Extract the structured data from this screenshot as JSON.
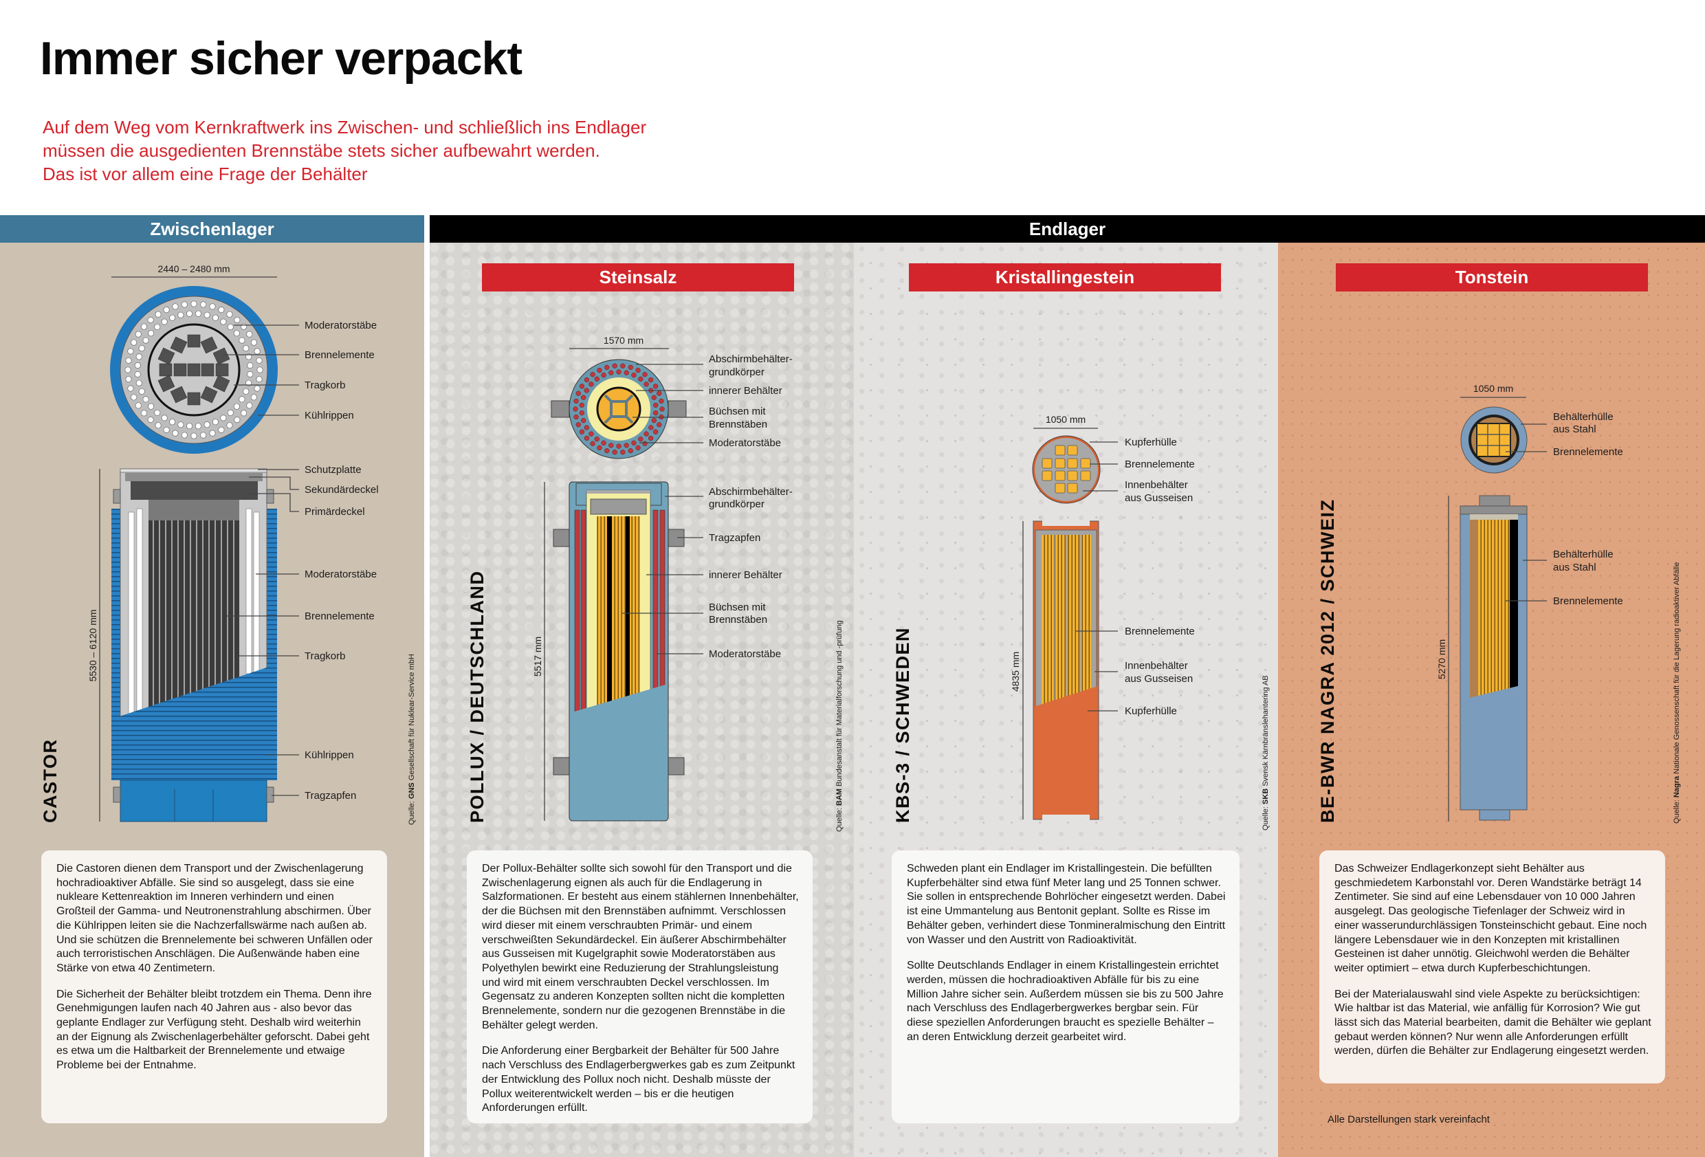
{
  "title": "Immer sicher verpackt",
  "subtitle": [
    "Auf dem Weg vom Kernkraftwerk ins Zwischen- und schließlich ins Endlager",
    "müssen die ausgedienten Brennstäbe stets sicher aufbewahrt werden.",
    "Das ist vor allem eine Frage der Behälter"
  ],
  "sections": {
    "zwischenlager": "Zwischenlager",
    "endlager": "Endlager"
  },
  "colors": {
    "accent_red": "#d3252b",
    "zwischenlager_blue": "#3e7797",
    "endlager_black": "#000000",
    "castor_bg": "#cdc1b1",
    "steinsalz_bg": "#d7d5d1",
    "kristall_bg": "#e3e2e0",
    "tonstein_bg": "#dea37f"
  },
  "columns": {
    "castor": {
      "name": "CASTOR",
      "dim_width": "2440 – 2480 mm",
      "dim_height": "5530 – 6120 mm",
      "top_labels": [
        [
          "Moderatorstäbe"
        ],
        [
          "Brennelemente"
        ],
        [
          "Tragkorb"
        ],
        [
          "Kühlrippen"
        ]
      ],
      "side_labels": [
        [
          "Schutzplatte"
        ],
        [
          "Sekundärdeckel"
        ],
        [
          "Primärdeckel"
        ],
        [
          "Moderatorstäbe"
        ],
        [
          "Brennelemente"
        ],
        [
          "Tragkorb"
        ],
        [
          "Kühlrippen"
        ],
        [
          "Tragzapfen"
        ]
      ],
      "source": {
        "prefix": "Quelle: ",
        "org": "GNS",
        "name": " Gesellschaft für Nuklear-Service mbH"
      },
      "paragraphs": [
        "Die Castoren dienen dem Transport und der Zwischenlagerung hochradioaktiver Abfälle. Sie sind so ausgelegt, dass sie eine nukleare Kettenreaktion im Inneren verhindern und einen Großteil der Gamma- und Neutronenstrahlung abschirmen. Über die Kühlrippen leiten sie die Nachzerfallswärme nach außen ab. Und sie schützen die Brennelemente bei schweren Unfällen oder auch terroristischen Anschlägen. Die Außenwände haben eine Stärke von etwa 40 Zentimetern.",
        "Die Sicherheit der Behälter bleibt trotzdem ein Thema. Denn ihre Genehmigungen laufen nach 40 Jahren aus - also bevor das geplante Endlager zur Verfügung steht. Deshalb wird weiterhin an der Eignung als Zwischenlagerbehälter geforscht. Dabei geht es etwa um die Haltbarkeit der Brennelemente und etwaige Probleme bei der Entnahme."
      ]
    },
    "pollux": {
      "subheader": "Steinsalz",
      "name": "POLLUX / DEUTSCHLAND",
      "dim_width": "1570 mm",
      "dim_height": "5517 mm",
      "top_labels": [
        [
          "Abschirmbehälter-",
          "grundkörper"
        ],
        [
          "innerer Behälter"
        ],
        [
          "Büchsen mit",
          "Brennstäben"
        ],
        [
          "Moderatorstäbe"
        ]
      ],
      "side_labels": [
        [
          "Abschirmbehälter-",
          "grundkörper"
        ],
        [
          "Tragzapfen"
        ],
        [
          "innerer Behälter"
        ],
        [
          "Büchsen mit",
          "Brennstäben"
        ],
        [
          "Moderatorstäbe"
        ]
      ],
      "source": {
        "prefix": "Quelle: ",
        "org": "BAM",
        "name": " Bundesanstalt für Materialforschung und -prüfung"
      },
      "paragraphs": [
        "Der Pollux-Behälter sollte sich sowohl für den Transport und die Zwischenlagerung eignen als auch für die Endlagerung in Salzformationen. Er besteht aus einem stählernen Innenbehälter, der die Büchsen mit den Brennstäben aufnimmt. Verschlossen wird dieser mit einem verschraubten Primär- und einem verschweißten Sekundärdeckel. Ein äußerer Abschirmbehälter aus Gusseisen mit Kugelgraphit sowie Moderatorstäben aus Polyethylen bewirkt eine Reduzierung der Strahlungsleistung und wird mit einem verschraubten Deckel verschlossen. Im Gegensatz zu anderen Konzepten sollten nicht die kompletten Brennelemente, sondern nur die gezogenen Brennstäbe in die Behälter gelegt werden.",
        "Die Anforderung einer Bergbarkeit der Behälter für 500 Jahre nach Verschluss des Endlagerbergwerkes gab es zum Zeitpunkt der Entwicklung des Pollux noch nicht. Deshalb müsste der Pollux weiterentwickelt werden – bis er die heutigen Anforderungen erfüllt."
      ]
    },
    "kbs3": {
      "subheader": "Kristallingestein",
      "name": "KBS-3 / SCHWEDEN",
      "dim_width": "1050 mm",
      "dim_height": "4835 mm",
      "top_labels": [
        [
          "Kupferhülle"
        ],
        [
          "Brennelemente"
        ],
        [
          "Innenbehälter",
          "aus Gusseisen"
        ]
      ],
      "side_labels": [
        [
          "Brennelemente"
        ],
        [
          "Innenbehälter",
          "aus Gusseisen"
        ],
        [
          "Kupferhülle"
        ]
      ],
      "source": {
        "prefix": "Quelle: ",
        "org": "SKB",
        "name": " Svensk Kärnbränslehantering AB"
      },
      "paragraphs": [
        "Schweden plant ein Endlager im Kristallingestein. Die befüllten Kupferbehälter sind etwa fünf Meter lang und 25 Tonnen schwer. Sie sollen in entsprechende Bohrlöcher eingesetzt werden. Dabei ist eine Ummantelung aus Bentonit geplant. Sollte es Risse im Behälter geben, verhindert diese Tonmineralmischung den Eintritt von Wasser und den Austritt von Radioaktivität.",
        "Sollte Deutschlands Endlager in einem Kristallingestein errichtet werden, müssen die hochradioaktiven Abfälle für bis zu eine Million Jahre sicher sein. Außerdem müssen sie bis zu 500 Jahre nach Verschluss des Endlagerbergwerkes bergbar sein. Für diese speziellen Anforderungen braucht es spezielle Behälter – an deren Entwicklung derzeit gearbeitet wird."
      ]
    },
    "nagra": {
      "subheader": "Tonstein",
      "name": "BE-BWR NAGRA 2012 / SCHWEIZ",
      "dim_width": "1050 mm",
      "dim_height": "5270 mm",
      "top_labels": [
        [
          "Behälterhülle",
          "aus Stahl"
        ],
        [
          "Brennelemente"
        ]
      ],
      "side_labels": [
        [
          "Behälterhülle",
          "aus Stahl"
        ],
        [
          "Brennelemente"
        ]
      ],
      "source": {
        "prefix": "Quelle: ",
        "org": "Nagra",
        "name": " Nationale Genossenschaft für die Lagerung radioaktiver Abfälle"
      },
      "paragraphs": [
        "Das Schweizer Endlagerkonzept sieht Behälter aus geschmiedetem Karbonstahl vor. Deren Wandstärke beträgt 14 Zentimeter. Sie sind auf eine Lebensdauer von 10 000 Jahren ausgelegt. Das geologische Tiefenlager der Schweiz wird in einer wasserundurchlässigen Tonsteinschicht gebaut. Eine noch längere Lebensdauer wie in den Konzepten mit kristallinen Gesteinen ist daher unnötig. Gleichwohl werden die Behälter weiter optimiert – etwa durch Kupferbeschichtungen.",
        "Bei der Materialauswahl sind viele Aspekte zu berücksichtigen: Wie haltbar ist das Material, wie anfällig für Korrosion? Wie gut lässt sich das Material bearbeiten, damit die Behälter wie geplant gebaut werden können? Nur wenn alle Anforderungen erfüllt werden, dürfen die Behälter zur Endlagerung eingesetzt werden."
      ]
    }
  },
  "footnote": "Alle Darstellungen stark vereinfacht"
}
